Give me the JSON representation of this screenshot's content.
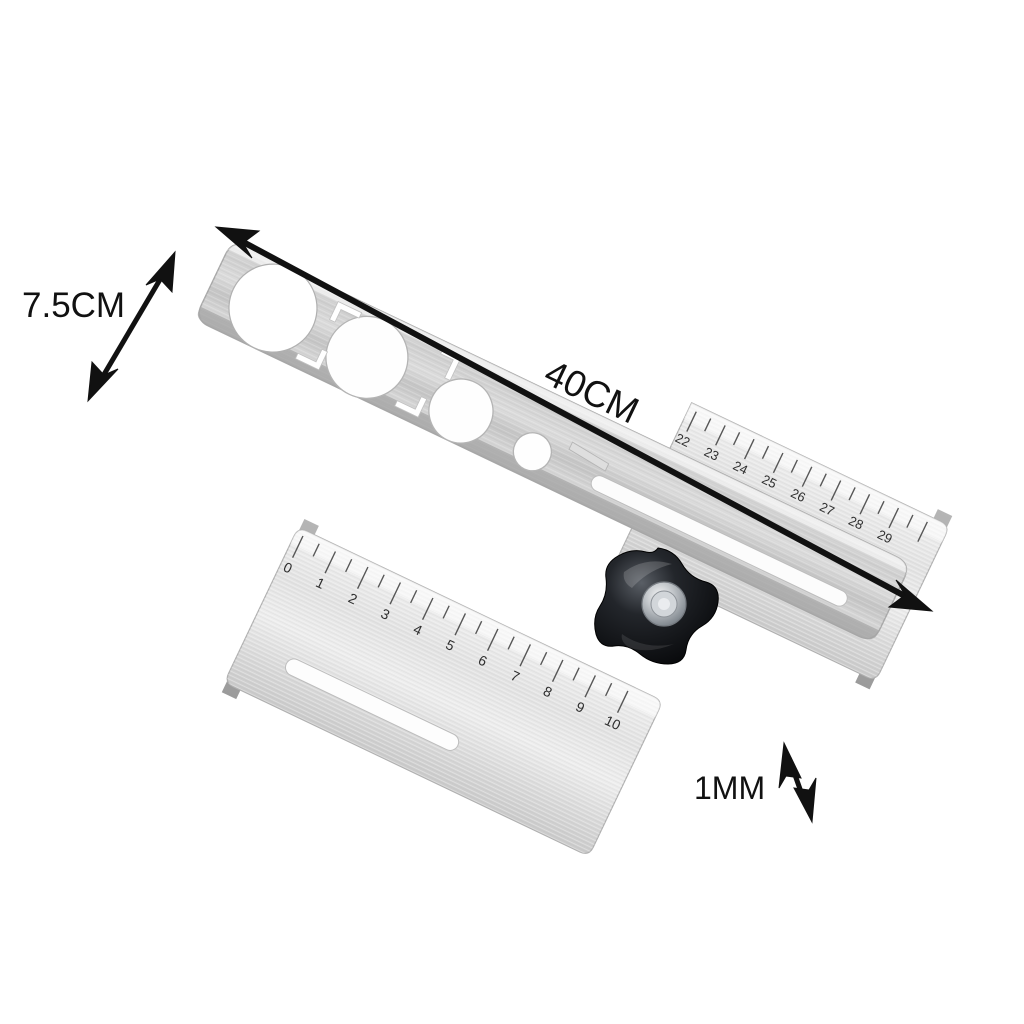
{
  "scene": {
    "background_color": "#ffffff",
    "subject": "adjustable tile hole measuring ruler tool",
    "body_color": "#c9c9c9",
    "body_edge_color": "#9a9a9a",
    "knob_color": "#141414",
    "bolt_color": "#b9bcc0",
    "annotation_color": "#111111"
  },
  "annotations": {
    "width": {
      "text": "7.5CM",
      "meaning": "tool head width"
    },
    "length": {
      "text": "40CM",
      "meaning": "overall tool length"
    },
    "thickness": {
      "text": "1MM",
      "meaning": "plate thickness"
    }
  },
  "rulers": {
    "near_scale": {
      "labels": [
        "0",
        "1",
        "2",
        "3",
        "4",
        "5",
        "6",
        "7",
        "8",
        "9",
        "10"
      ],
      "unit": "cm",
      "position": "lower-left crossbar"
    },
    "far_scale": {
      "labels": [
        "22",
        "23",
        "24",
        "25",
        "26",
        "27",
        "28",
        "29"
      ],
      "unit": "cm",
      "position": "upper-right crossbar"
    }
  },
  "tool_features": {
    "round_holes": [
      {
        "name": "large-hole",
        "diameter_rank": 1
      },
      {
        "name": "medium-hole",
        "diameter_rank": 2
      },
      {
        "name": "small-hole",
        "diameter_rank": 3
      }
    ],
    "corner_marks": [
      {
        "name": "corner-mark-top-left"
      },
      {
        "name": "corner-mark-bottom-left"
      },
      {
        "name": "corner-mark-top-right"
      },
      {
        "name": "corner-mark-bottom-right"
      }
    ],
    "semicircle_notch": "left end crescent cutout",
    "body_slot": "long sliding slot along main beam",
    "crossbar_slot": "short sliding slot on crossbar",
    "knob": "five-lobe star locking knob with center bolt"
  }
}
